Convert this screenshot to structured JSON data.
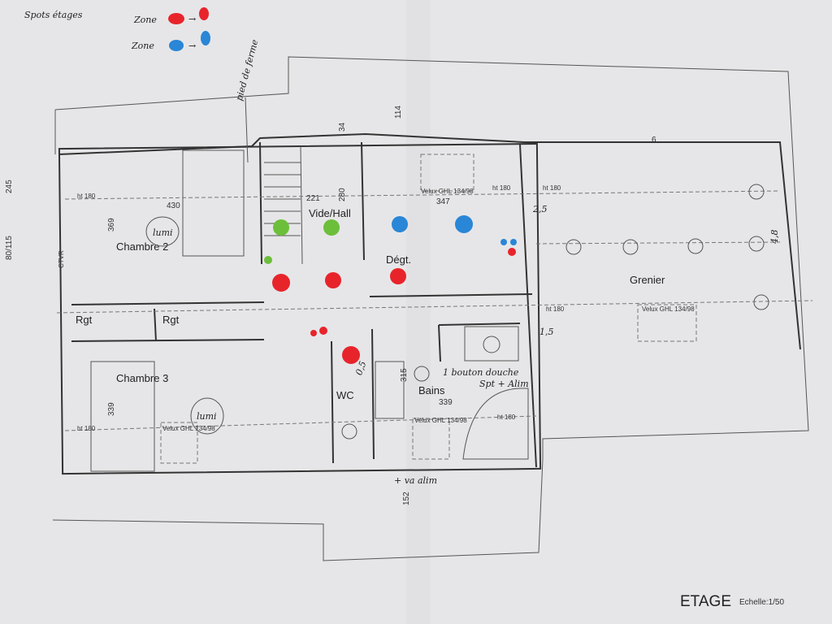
{
  "legend": {
    "title": "Spots étages",
    "zone_red": "Zone",
    "zone_blue": "Zone",
    "red_color": "#e8242b",
    "blue_color": "#2a86d6"
  },
  "rooms": {
    "chambre2": "Chambre 2",
    "chambre3": "Chambre 3",
    "rgt1": "Rgt",
    "rgt2": "Rgt",
    "vide_hall": "Vide/Hall",
    "degt": "Dégt.",
    "grenier": "Grenier",
    "wc": "WC",
    "bains": "Bains",
    "ctvr": "CTVR"
  },
  "dimensions": {
    "d430": "430",
    "d369": "369",
    "d221": "221",
    "d347": "347",
    "d6": "6",
    "d48": "4,8",
    "d25": "2,5",
    "d15": "1,5",
    "d339a": "339",
    "d315": "315",
    "d339b": "339",
    "d152": "152",
    "d245": "245",
    "d80115": "80/115",
    "d34": "34",
    "d114": "114",
    "d280": "280"
  },
  "notes": {
    "velux": "Velux GHL 134/98",
    "ht": "ht 180",
    "pied_de_ferme": "pied de ferme",
    "lumi1": "lumi",
    "lumi2": "lumi",
    "bouton": "1 bouton douche",
    "spt_alim": "Spt + Alim",
    "va_alim": "+ va alim",
    "d05": "0,5"
  },
  "footer": {
    "title": "ETAGE",
    "scale": "Echelle:1/50"
  }
}
